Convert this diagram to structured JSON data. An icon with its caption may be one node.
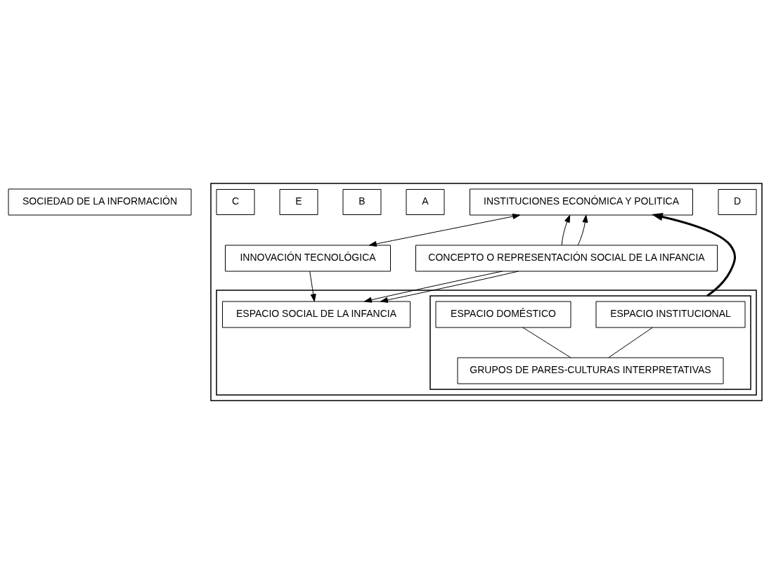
{
  "diagram": {
    "nodes": [
      {
        "text": [
          "SOCIEDAD DE LA INFORMACIÓN"
        ]
      },
      {
        "text": [],
        "shape": "box"
      },
      {
        "text": [
          "D"
        ],
        "in": 1
      },
      {
        "text": [
          "INSTITUCIONES ECONÓMICA Y POLITICA"
        ],
        "in": 1
      },
      {
        "text": [
          "INNOVACIÓN TECNOLÓGICA"
        ],
        "in": 1
      },
      {
        "text": [
          "A"
        ],
        "in": 1
      },
      {
        "text": [
          "B"
        ],
        "in": 1
      },
      {
        "text": [
          "CONCEPTO O REPRESENTACIÓN SOCIAL DE LA INFANCIA"
        ],
        "in": 1
      },
      {
        "text": [
          "E"
        ],
        "in": 1
      },
      {
        "text": [],
        "shape": "box",
        "in": 1
      },
      {
        "text": [
          "ESPACIO SOCIAL DE LA INFANCIA"
        ],
        "in": 9
      },
      {
        "text": [],
        "shape": "box",
        "in": 9
      },
      {
        "text": [
          "ESPACIO INSTITUCIONAL"
        ],
        "in": 11
      },
      {
        "text": [
          "ESPACIO DOMÉSTICO"
        ],
        "in": 11
      },
      {
        "text": [
          "GRUPOS DE PARES-CULTURAS INTERPRETATIVAS"
        ],
        "in": 11
      },
      {
        "text": [
          "C"
        ],
        "in": 1
      }
    ],
    "edges": [
      {
        "from": 3,
        "to": 4,
        "arrow": "both"
      },
      {
        "from": 7,
        "to": 3,
        "arrow": "to"
      },
      {
        "from": 7,
        "to": 3,
        "arrow": "to"
      },
      {
        "from": 7,
        "to": 10,
        "arrow": "to"
      },
      {
        "from": 7,
        "to": 10,
        "arrow": "to"
      },
      {
        "from": 4,
        "to": 10,
        "arrow": "to"
      },
      {
        "from": 12,
        "to": 14,
        "arrow": "none"
      },
      {
        "from": 13,
        "to": 14,
        "arrow": "none"
      },
      {
        "from": 11,
        "to": 3,
        "arrow": "to",
        "style": "thick"
      }
    ]
  }
}
